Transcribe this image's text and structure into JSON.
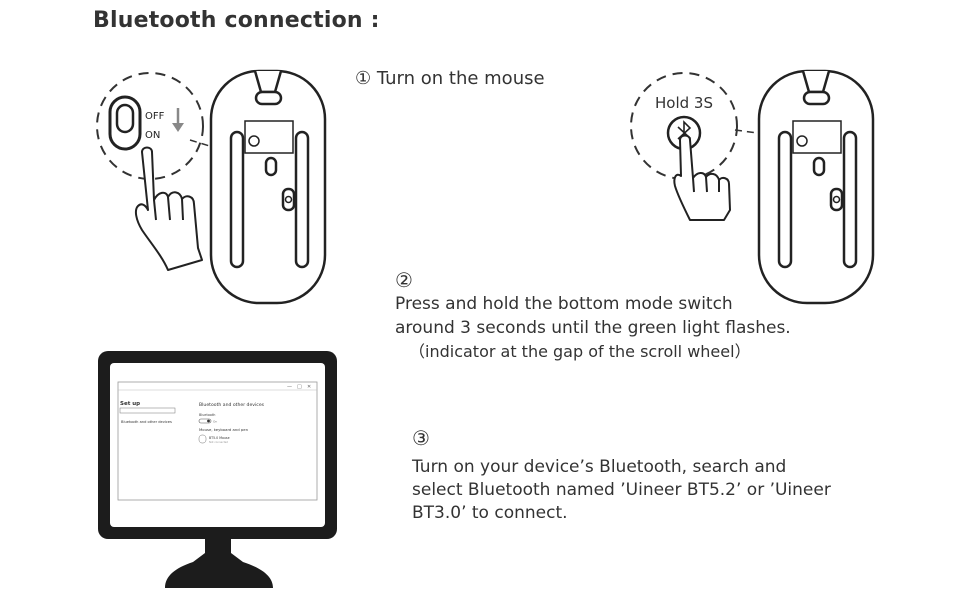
{
  "title": "Bluetooth connection :",
  "step1": {
    "text": "① Turn on the mouse"
  },
  "step2": {
    "num": "②",
    "lines": [
      "Press and hold the bottom mode switch",
      "around 3 seconds until the green light flashes."
    ],
    "note": "（indicator at the gap of the scroll wheel）"
  },
  "step3": {
    "num": "③",
    "lines": [
      "Turn on your device’s Bluetooth, search and",
      "select Bluetooth named ’Uineer BT5.2’ or ’Uineer",
      "BT3.0’  to connect."
    ]
  },
  "switch_labels": {
    "off": "OFF",
    "on": "ON"
  },
  "hold_label": "Hold 3S",
  "monitor": {
    "window_controls": [
      "—",
      "□",
      "✕"
    ],
    "sidebar_title": "Set up",
    "sidebar_item": "Bluetooth and other devices",
    "main_title": "Bluetooth and other devices",
    "bluetooth_label": "Bluetooth",
    "toggle_state": "On",
    "section_title": "Mouse, keyboard and pen",
    "device_name": "BT5.0 Mouse",
    "device_status": "Not connected"
  },
  "icons": [
    "mouse-bottom-icon",
    "hand-pointer-icon",
    "bluetooth-icon",
    "arrow-down-icon",
    "monitor-icon"
  ]
}
